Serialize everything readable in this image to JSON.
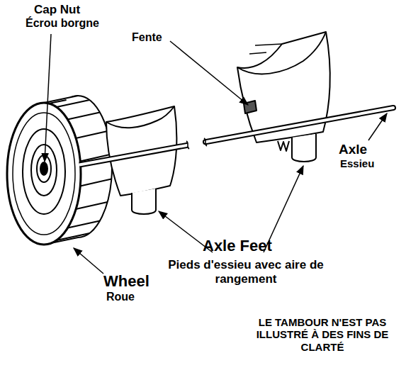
{
  "diagram": {
    "labels": [
      "Cap Nut",
      "Écrou borgne",
      "Fente",
      "Axle",
      "Essieu",
      "Axle Feet",
      "Pieds d'essieu avec aire de rangement",
      "Wheel",
      "Roue",
      "LE TAMBOUR N'EST PAS ILLUSTRÉ À DES FINS DE CLARTÉ"
    ]
  }
}
